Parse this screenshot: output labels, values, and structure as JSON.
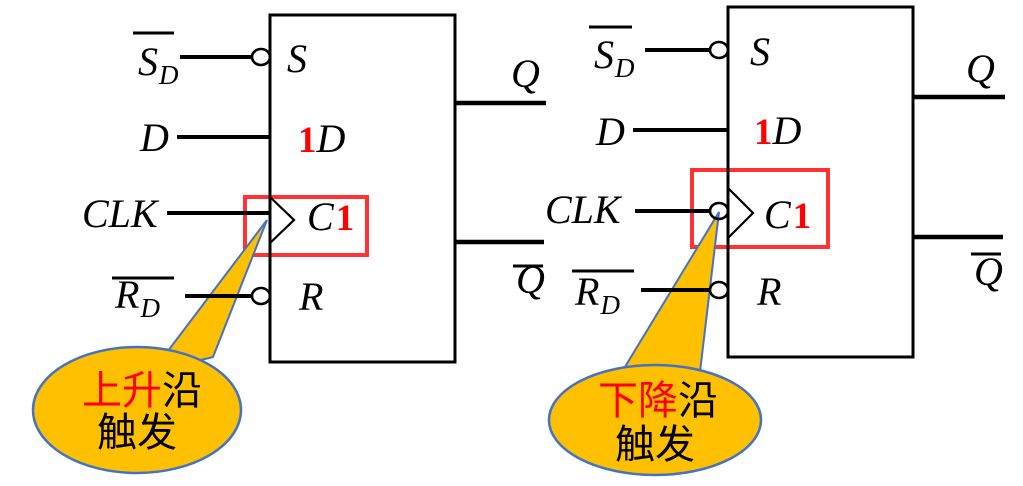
{
  "colors": {
    "background": "#ffffff",
    "line": "#000000",
    "text": "#000000",
    "red_accent": "#ff0000",
    "highlight": "#ff3333",
    "callout_fill": "#ffc000",
    "callout_border": "#4472c4"
  },
  "flipflops": [
    {
      "position": "left",
      "inputs": {
        "set": {
          "base": "S",
          "subscript": "D",
          "active_low": true
        },
        "data": {
          "base": "D"
        },
        "clock": {
          "base": "CLK"
        },
        "reset": {
          "base": "R",
          "subscript": "D",
          "active_low": true
        }
      },
      "pins": {
        "set": "S",
        "data_dependency": "1",
        "data": "D",
        "clock": "C",
        "clock_dependency": "1",
        "reset": "R"
      },
      "outputs": {
        "q": "Q",
        "q_complement": "Q",
        "q_complement_inverted": true
      },
      "callout": {
        "emphasis": "上升",
        "line1_rest": "沿",
        "line2": "触发"
      }
    },
    {
      "position": "right",
      "inputs": {
        "set": {
          "base": "S",
          "subscript": "D",
          "active_low": true
        },
        "data": {
          "base": "D"
        },
        "clock": {
          "base": "CLK",
          "inverted_bubble": true
        },
        "reset": {
          "base": "R",
          "subscript": "D",
          "active_low": true
        }
      },
      "pins": {
        "set": "S",
        "data_dependency": "1",
        "data": "D",
        "clock": "C",
        "clock_dependency": "1",
        "reset": "R"
      },
      "outputs": {
        "q": "Q",
        "q_complement": "Q",
        "q_complement_inverted": true
      },
      "callout": {
        "emphasis": "下降",
        "line1_rest": "沿",
        "line2": "触发"
      }
    }
  ]
}
